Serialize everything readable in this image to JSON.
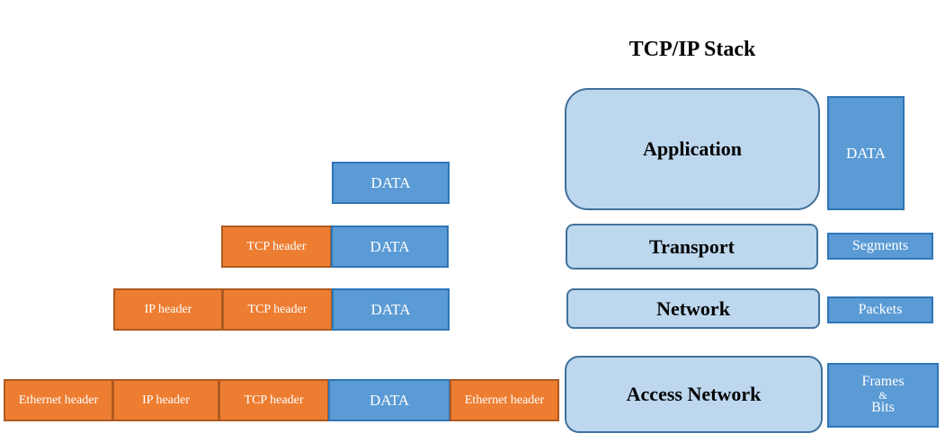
{
  "title": "TCP/IP Stack",
  "colors": {
    "layer_fill": "#bdd7ee",
    "layer_border": "#41719c",
    "data_fill": "#5b9bd5",
    "data_border": "#2e75b6",
    "header_fill": "#ed7d31",
    "header_border": "#ae5a21"
  },
  "layers": {
    "application": "Application",
    "transport": "Transport",
    "network": "Network",
    "access": "Access Network"
  },
  "pdus": {
    "application": "DATA",
    "transport": "Segments",
    "network": "Packets",
    "access_line1": "Frames",
    "access_amp": "&",
    "access_line2": "Bits"
  },
  "encapsulation": {
    "application_row": {
      "data": "DATA"
    },
    "transport_row": {
      "tcp_header": "TCP header",
      "data": "DATA"
    },
    "network_row": {
      "ip_header": "IP header",
      "tcp_header": "TCP header",
      "data": "DATA"
    },
    "access_row": {
      "ethernet_header": "Ethernet header",
      "ip_header": "IP header",
      "tcp_header": "TCP header",
      "data": "DATA",
      "ethernet_trailer": "Ethernet header"
    }
  }
}
